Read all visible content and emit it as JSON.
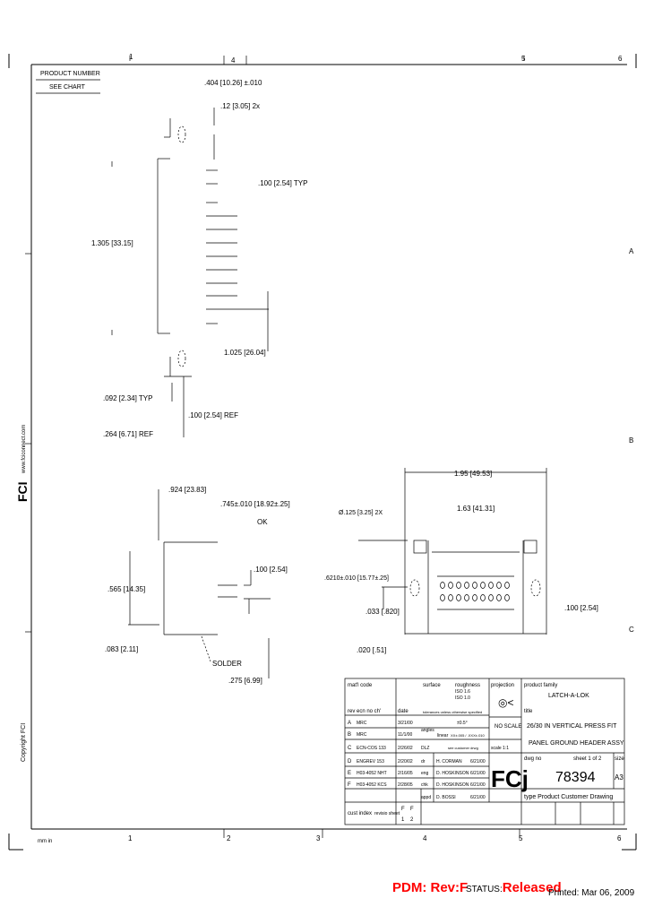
{
  "frame": {
    "zones_top": [
      "1",
      "4",
      "5",
      "6"
    ],
    "zones_bottom": [
      "1",
      "2",
      "3",
      "4",
      "5",
      "6"
    ],
    "zones_side": [
      "A",
      "B",
      "C"
    ],
    "corner_bottom_left": "mm in"
  },
  "product_box": {
    "line1": "PRODUCT NUMBER",
    "line2": "SEE CHART"
  },
  "side_view": {
    "dim_top": ".404 [10.26] ±.010",
    "dim_peg": ".12 [3.05] 2x",
    "dim_pitch": ".100 [2.54] TYP",
    "dim_height": "1.305 [33.15]",
    "dim_pin": "1.025 [26.04]",
    "dim_a": ".092 [2.34] TYP",
    "dim_b": ".100 [2.54] REF",
    "dim_c": ".264 [6.71] REF"
  },
  "end_view": {
    "dim_width": ".924 [23.83]",
    "dim_dia": ".745±.010 [18.92±.25]",
    "dim_ok": "OK",
    "dim_pitch": ".100 [2.54]",
    "dim_height": ".565 [14.35]",
    "dim_foot": ".083 [2.11]",
    "label_solder": "SOLDER",
    "dim_tail": ".275 [6.99]"
  },
  "front_view": {
    "dim_overall": "1.95 [49.53]",
    "dim_inner": "1.63 [41.31]",
    "dim_hole": "Ø.125 [3.25] 2X",
    "dim_mount": ".6210±.010 [15.77±.25]",
    "dim_row": ".033 [.820]",
    "dim_base": ".020 [.51]",
    "dim_right": ".100 [2.54]"
  },
  "side_logo": {
    "brand": "FCI",
    "url": "www.fciconnect.com",
    "copyright": "Copyright FCI"
  },
  "title_block": {
    "matl_code": "mat'l code",
    "surface": "surface",
    "roughness": "roughness",
    "ra1": "ISO 1.6",
    "ra2": "ISO 1.0",
    "rev_header": "rev  ecn no  ch'",
    "date_header": "date",
    "tolerance_note": "tolerances unless otherwise specified",
    "revisions": [
      {
        "rev": "A",
        "ecn": "MRC",
        "date": "3/21/00"
      },
      {
        "rev": "B",
        "ecn": "MRC",
        "date": "11/1/00"
      },
      {
        "rev": "C",
        "ecn": "ECN-COS 133",
        "date": "2/26/02"
      },
      {
        "rev": "D",
        "ecn": "ENGREV 153",
        "date": "2/20/02"
      },
      {
        "rev": "E",
        "ecn": "H03-4052 NHT",
        "date": "2/16/05"
      },
      {
        "rev": "F",
        "ecn": "H03-4052 KCS",
        "date": "2/28/05"
      }
    ],
    "angles_label": "angles",
    "linear_label": "linear",
    "tol_angle": "±0.5°",
    "tol_linear": "XX±.005 / .XXX±.010",
    "tol_c": "DLZ",
    "unless_note": "see customer drwg",
    "approvals": [
      {
        "role": "dr",
        "name": "H. CORMAN",
        "date": "6/21/00"
      },
      {
        "role": "eng",
        "name": "D. HOSKINSON",
        "date": "6/21/00"
      },
      {
        "role": "chk",
        "name": "D. HOSKINSON",
        "date": "6/21/00"
      },
      {
        "role": "appd",
        "name": "D. BOSSI",
        "date": "6/21/00"
      }
    ],
    "projection": "projection",
    "no_scale": "NO SCALE",
    "scale": "scale 1:1",
    "product_family": "product family",
    "family_name": "LATCH-A-LOK",
    "title_label": "title",
    "title_line1": "26/30 IN VERTICAL PRESS FIT",
    "title_line2": "PANEL GROUND HEADER ASSY",
    "dwg_no_label": "dwg no",
    "sheet": "sheet 1 of 2",
    "size_label": "size",
    "dwg_no": "78394",
    "size": "A3",
    "type": "type  Product Customer Drawing",
    "cust_index": "cust index",
    "revisio_sheet": "revisio sheet",
    "rev_f1": "F",
    "rev_f2": "F",
    "sheet1": "1",
    "sheet2": "2"
  },
  "footer": {
    "pdm": "PDM: Rev:F",
    "status_label": "STATUS:",
    "status_value": "Released",
    "printed": "Printed: Mar 06, 2009"
  },
  "colors": {
    "status_red": "#ff0000"
  }
}
